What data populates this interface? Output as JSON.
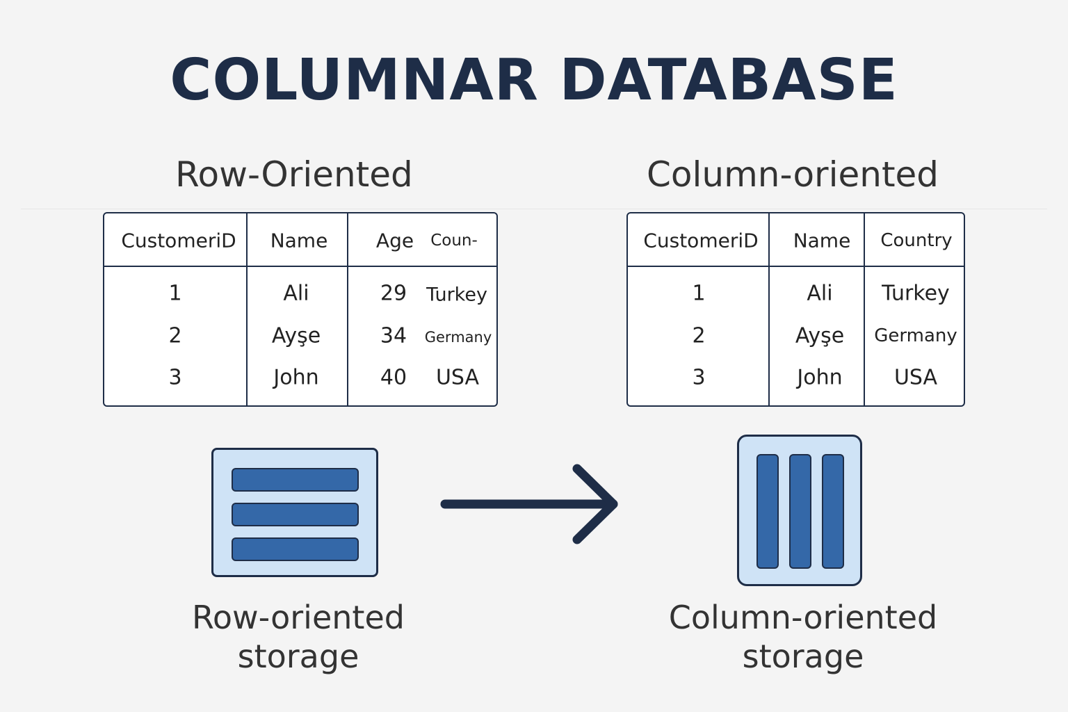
{
  "title": "COLUMNAR DATABASE",
  "row_oriented": {
    "heading": "Row-Oriented",
    "headers": [
      "CustomeriD",
      "Name",
      "Age",
      "Coun-"
    ],
    "rows": [
      [
        "1",
        "Ali",
        "29",
        "Turkey"
      ],
      [
        "2",
        "Ayşe",
        "34",
        "Germany"
      ],
      [
        "3",
        "John",
        "40",
        "USA"
      ]
    ],
    "caption_line1": "Row-oriented",
    "caption_line2": "storage"
  },
  "column_oriented": {
    "heading": "Column-oriented",
    "headers": [
      "CustomeriD",
      "Name",
      "Country"
    ],
    "rows": [
      [
        "1",
        "Ali",
        "Turkey"
      ],
      [
        "2",
        "Ayşe",
        "Germany"
      ],
      [
        "3",
        "John",
        "USA"
      ]
    ],
    "caption_line1": "Column-oriented",
    "caption_line2": "storage"
  },
  "colors": {
    "dark_navy": "#1e2d47",
    "icon_fill": "#cfe3f6",
    "bar_blue": "#3468a8",
    "background": "#f4f4f4"
  },
  "icons": {
    "row_storage": "horizontal-bars-icon",
    "column_storage": "vertical-bars-icon",
    "transition": "arrow-right-icon"
  }
}
